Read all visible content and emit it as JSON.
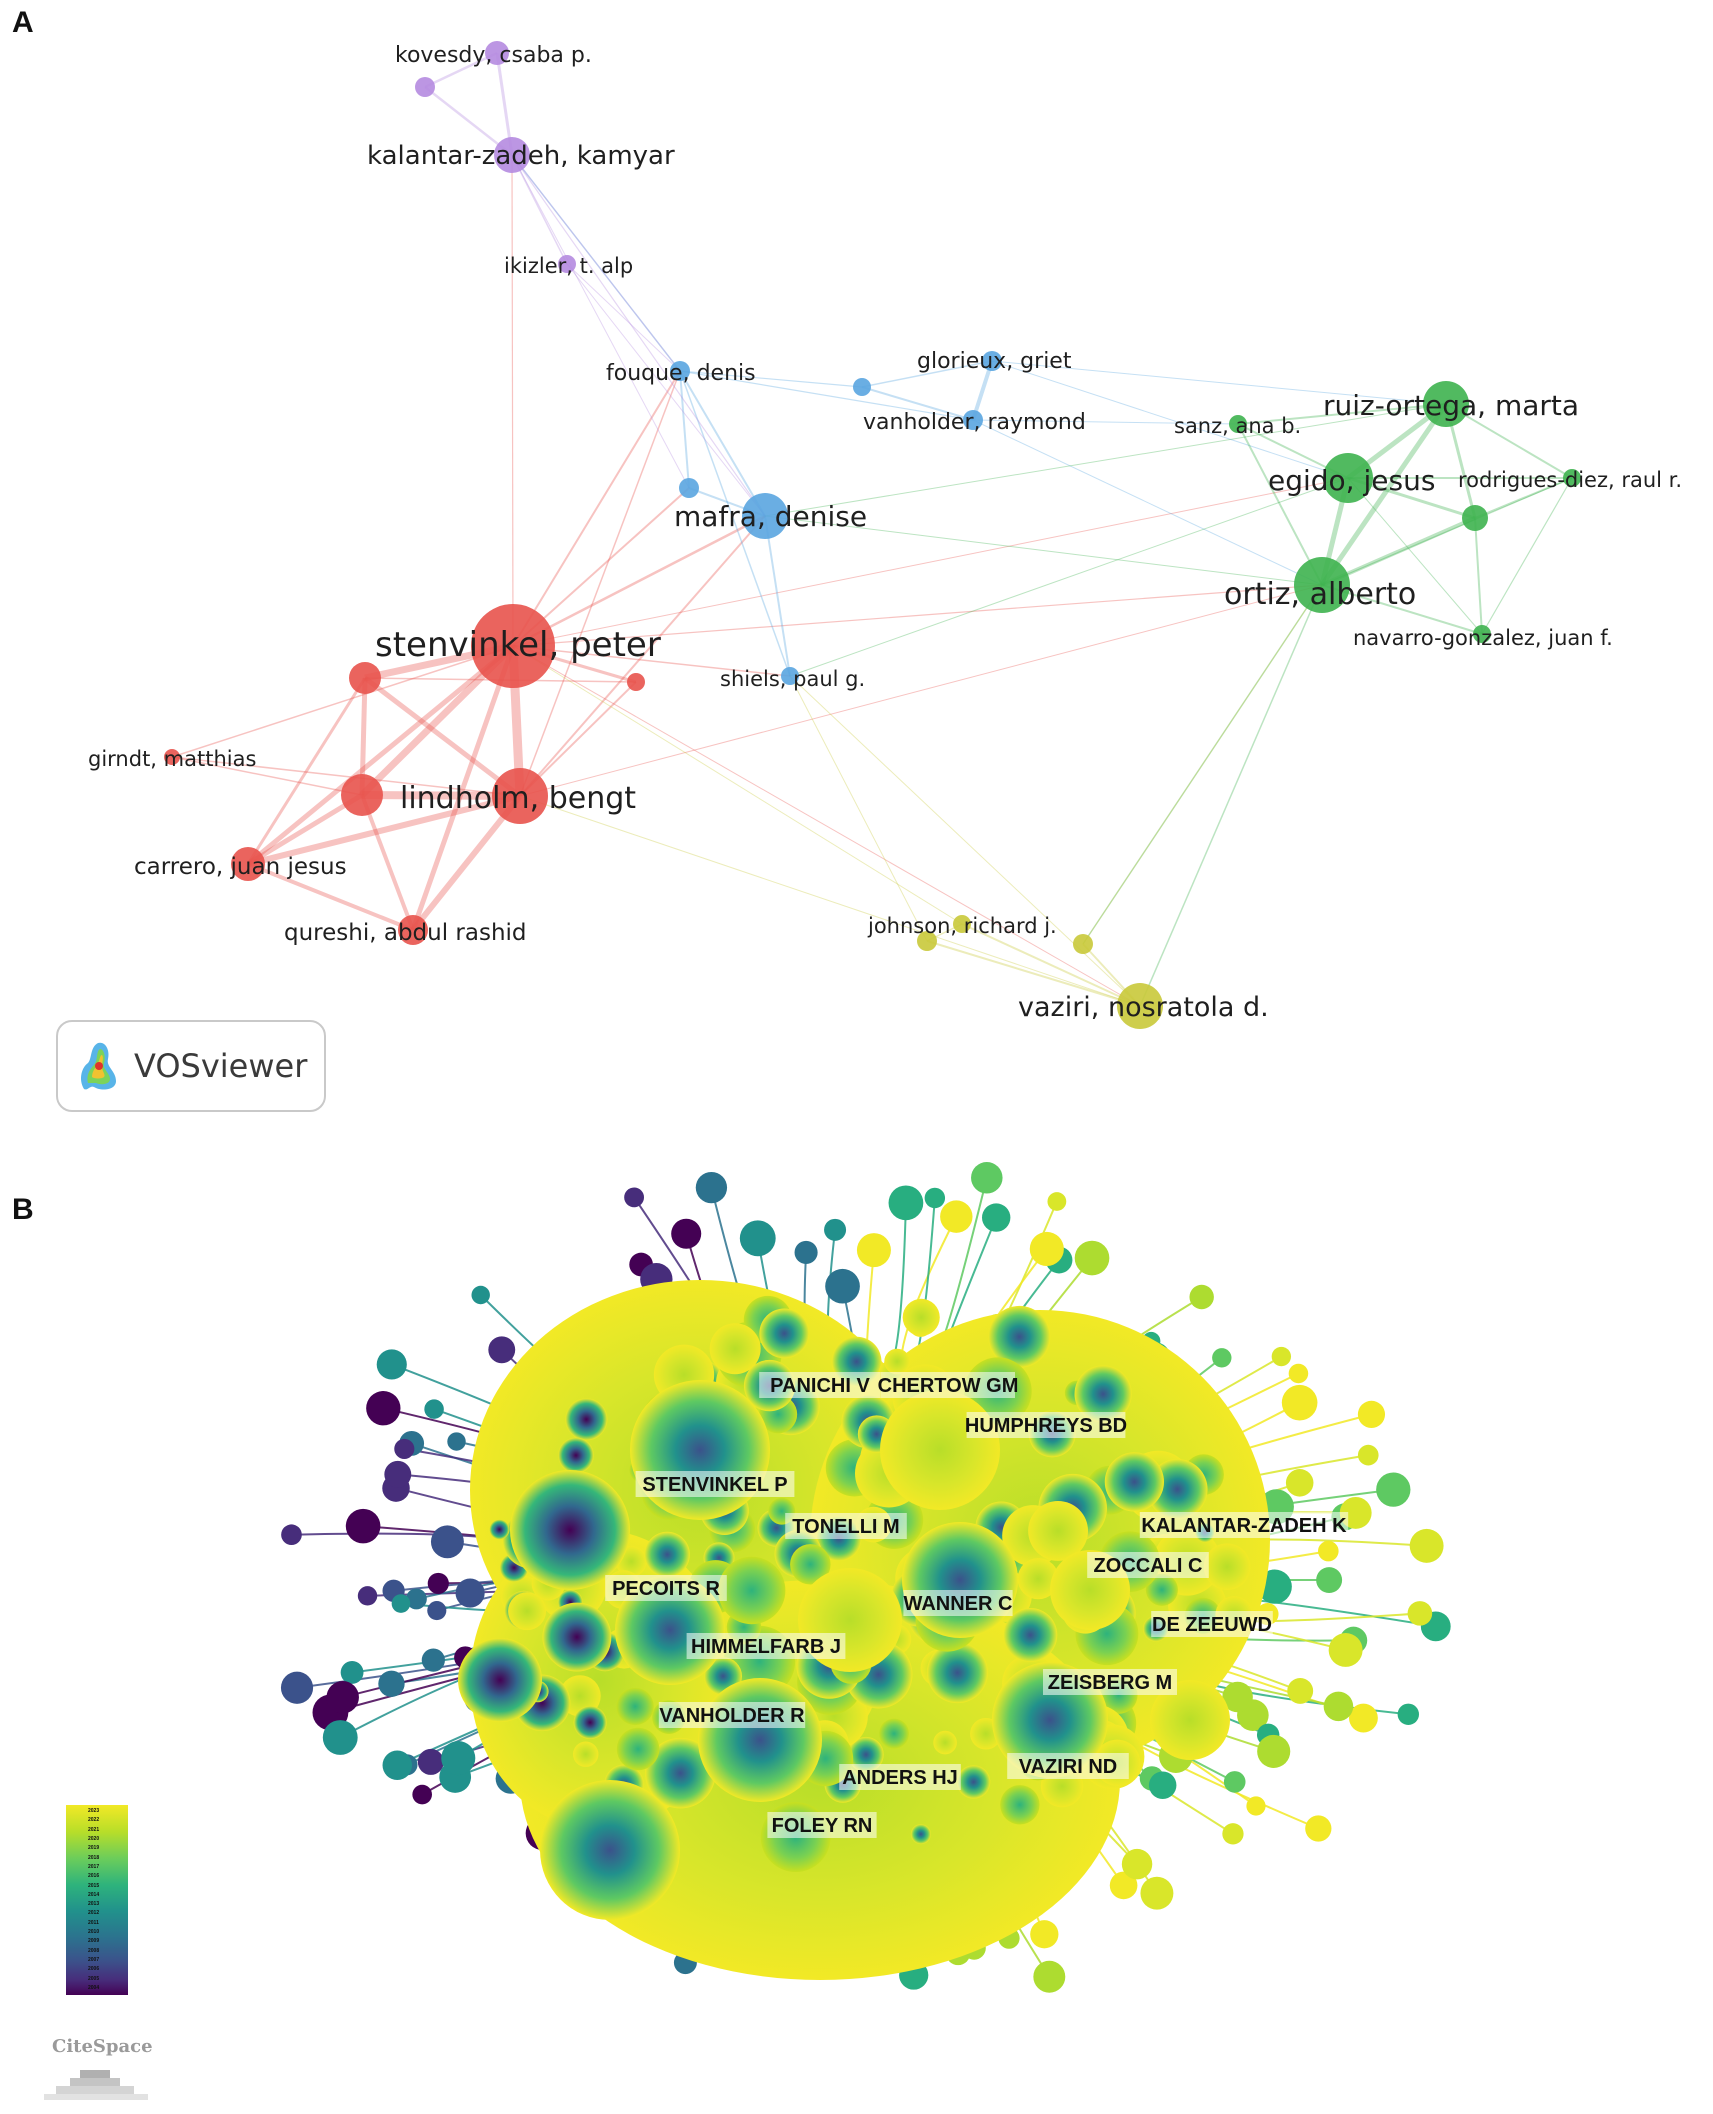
{
  "panels": {
    "a": "A",
    "b": "B"
  },
  "vosviewer": {
    "logo_text": "VOSviewer",
    "cluster_colors": {
      "red": "#e8534d",
      "green": "#3eb34f",
      "blue": "#5aa5e0",
      "yellow": "#c9c93a",
      "purple": "#b58be0"
    },
    "nodes": [
      {
        "id": "stenvinkel",
        "label": "stenvinkel, peter",
        "cluster": "red"
      },
      {
        "id": "lindholm",
        "label": "lindholm, bengt",
        "cluster": "red"
      },
      {
        "id": "carrero",
        "label": "carrero, juan jesus",
        "cluster": "red"
      },
      {
        "id": "qureshi",
        "label": "qureshi, abdul rashid",
        "cluster": "red"
      },
      {
        "id": "girndt",
        "label": "girndt, matthias",
        "cluster": "red"
      },
      {
        "id": "red6",
        "label": "",
        "cluster": "red"
      },
      {
        "id": "red7",
        "label": "",
        "cluster": "red"
      },
      {
        "id": "red8",
        "label": "",
        "cluster": "red"
      },
      {
        "id": "mafra",
        "label": "mafra, denise",
        "cluster": "blue"
      },
      {
        "id": "fouque",
        "label": "fouque, denis",
        "cluster": "blue"
      },
      {
        "id": "shiels",
        "label": "shiels, paul g.",
        "cluster": "blue"
      },
      {
        "id": "vanholder",
        "label": "vanholder, raymond",
        "cluster": "blue"
      },
      {
        "id": "glorieux",
        "label": "glorieux, griet",
        "cluster": "blue"
      },
      {
        "id": "blue6",
        "label": "",
        "cluster": "blue"
      },
      {
        "id": "blue7",
        "label": "",
        "cluster": "blue"
      },
      {
        "id": "ortiz",
        "label": "ortiz, alberto",
        "cluster": "green"
      },
      {
        "id": "egido",
        "label": "egido, jesus",
        "cluster": "green"
      },
      {
        "id": "ruiz",
        "label": "ruiz-ortega, marta",
        "cluster": "green"
      },
      {
        "id": "sanz",
        "label": "sanz, ana b.",
        "cluster": "green"
      },
      {
        "id": "rodrigues",
        "label": "rodrigues-diez, raul r.",
        "cluster": "green"
      },
      {
        "id": "navarro",
        "label": "navarro-gonzalez, juan f.",
        "cluster": "green"
      },
      {
        "id": "green7",
        "label": "",
        "cluster": "green"
      },
      {
        "id": "vaziri",
        "label": "vaziri, nosratola d.",
        "cluster": "yellow"
      },
      {
        "id": "johnson",
        "label": "johnson, richard j.",
        "cluster": "yellow"
      },
      {
        "id": "yellow3",
        "label": "",
        "cluster": "yellow"
      },
      {
        "id": "yellow4",
        "label": "",
        "cluster": "yellow"
      },
      {
        "id": "kalantar",
        "label": "kalantar-zadeh, kamyar",
        "cluster": "purple"
      },
      {
        "id": "kovesdy",
        "label": "kovesdy, csaba p.",
        "cluster": "purple"
      },
      {
        "id": "ikizler",
        "label": "ikizler, t. alp",
        "cluster": "purple"
      },
      {
        "id": "purple4",
        "label": "",
        "cluster": "purple"
      }
    ]
  },
  "citespace": {
    "legend_ticks": [
      "2023",
      "2022",
      "2021",
      "2020",
      "2019",
      "2018",
      "2017",
      "2016",
      "2015",
      "2014",
      "2013",
      "2012",
      "2011",
      "2010",
      "2009",
      "2008",
      "2007",
      "2006",
      "2005",
      "2004"
    ],
    "logo_text": "CiteSpace",
    "labels": [
      {
        "id": "panichi",
        "text": "PANICHI V"
      },
      {
        "id": "chertow",
        "text": "CHERTOW GM"
      },
      {
        "id": "humphreys",
        "text": "HUMPHREYS BD"
      },
      {
        "id": "stenvinkel",
        "text": "STENVINKEL P"
      },
      {
        "id": "tonelli",
        "text": "TONELLI M"
      },
      {
        "id": "kalantar",
        "text": "KALANTAR-ZADEH K"
      },
      {
        "id": "zoccali",
        "text": "ZOCCALI C"
      },
      {
        "id": "pecoits",
        "text": "PECOITS R"
      },
      {
        "id": "wanner",
        "text": "WANNER C"
      },
      {
        "id": "dezeeuwd",
        "text": "DE ZEEUWD"
      },
      {
        "id": "himmelfarb",
        "text": "HIMMELFARB J"
      },
      {
        "id": "zeisberg",
        "text": "ZEISBERG M"
      },
      {
        "id": "vanholder",
        "text": "VANHOLDER R"
      },
      {
        "id": "anders",
        "text": "ANDERS HJ"
      },
      {
        "id": "vaziri",
        "text": "VAZIRI ND"
      },
      {
        "id": "foley",
        "text": "FOLEY RN"
      }
    ]
  }
}
